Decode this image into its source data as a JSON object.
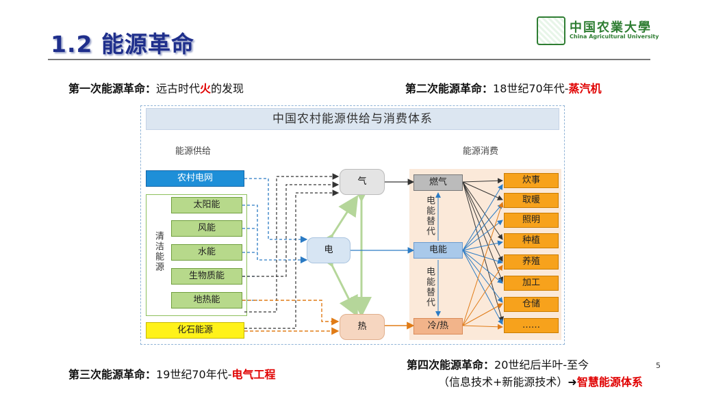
{
  "header": {
    "title": "1.2 能源革命",
    "logo_cn": "中国农業大學",
    "logo_en": "China Agricultural University"
  },
  "revolutions": {
    "first": {
      "label": "第一次能源革命：",
      "pre": "远古时代",
      "highlight": "火",
      "post": "的发现"
    },
    "second": {
      "label": "第二次能源革命：",
      "pre": "18世纪70年代-",
      "highlight": "蒸汽机"
    },
    "third": {
      "label": "第三次能源革命：",
      "pre": "19世纪70年代-",
      "highlight": "电气工程"
    },
    "fourth": {
      "label": "第四次能源革命：",
      "pre": "20世纪后半叶-至今",
      "line2": "（信息技术+新能源技术）",
      "arrow": "➜",
      "highlight": "智慧能源体系"
    }
  },
  "diagram": {
    "title": "中国农村能源供给与消费体系",
    "supply_title": "能源供给",
    "consumption_title": "能源消费",
    "grid": "农村电网",
    "clean_group": "清洁能源",
    "clean_sources": [
      "太阳能",
      "风能",
      "水能",
      "生物质能",
      "地热能"
    ],
    "fossil": "化石能源",
    "hubs": {
      "gas": "气",
      "electric": "电",
      "heat": "热"
    },
    "mid": {
      "gas": "燃气",
      "electric": "电能",
      "coldheat": "冷/热",
      "sub_top": "电能替代",
      "sub_bottom": "电能替代"
    },
    "uses": [
      "炊事",
      "取暖",
      "照明",
      "种植",
      "养殖",
      "加工",
      "仓储",
      "……"
    ]
  },
  "colors": {
    "title": "#1f2f8c",
    "accent_red": "#e00000",
    "clean_green": "#b7d98b",
    "grid_blue": "#1e8fd8",
    "fossil_yellow": "#fff21a",
    "use_orange": "#f7a21c"
  },
  "page_number": "5"
}
